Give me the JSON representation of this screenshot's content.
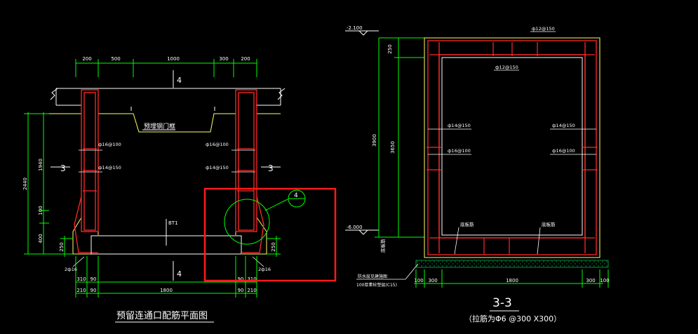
{
  "plan": {
    "title": "预留连通口配筋平面图",
    "dims_top": [
      "200",
      "500",
      "1000",
      "300",
      "200"
    ],
    "dims_bottom_1": [
      "310",
      "90",
      "90",
      "310"
    ],
    "dims_bottom_2": [
      "210",
      "90",
      "1800",
      "90",
      "210"
    ],
    "dims_left": [
      "1940",
      "2440",
      "100",
      "400",
      "250"
    ],
    "dim_right": "250",
    "beam_label": "预埋钢门框",
    "section_mark_label": "3",
    "cut_mark_label": "4",
    "bar_labels": {
      "top": "ф16@100",
      "mid": "ф14@150",
      "corner": "2ф16"
    },
    "bt_label": "BT1",
    "callout": "4"
  },
  "section": {
    "title": "3-3",
    "subtitle": "（拉筋为Φ6 @300 X300）",
    "elev_top": "-2.100",
    "elev_bottom": "-6.000",
    "dims_left": [
      "250",
      "3900",
      "3650"
    ],
    "dims_bottom": [
      "100",
      "300",
      "1800",
      "300",
      "100"
    ],
    "labels": {
      "top_bar_1": "ф12@150",
      "top_bar_2": "ф12@150",
      "left_bar_1": "ф14@150",
      "left_bar_2": "ф16@100",
      "right_bar_1": "ф14@150",
      "right_bar_2": "ф16@100",
      "bottom_left": "底板筋",
      "bottom_right": "底板筋",
      "corner": "底板筋",
      "found_1": "防水层见建施图",
      "found_2": "100厚素砼垫层(C15)"
    }
  },
  "colors": {
    "background": "#000000",
    "dimension": "#00ff00",
    "rebar": "#ff0000",
    "outline": "#ffff66",
    "text": "#ffffff",
    "highlight": "#ff1a1a",
    "fill_green": "#00cc00"
  }
}
